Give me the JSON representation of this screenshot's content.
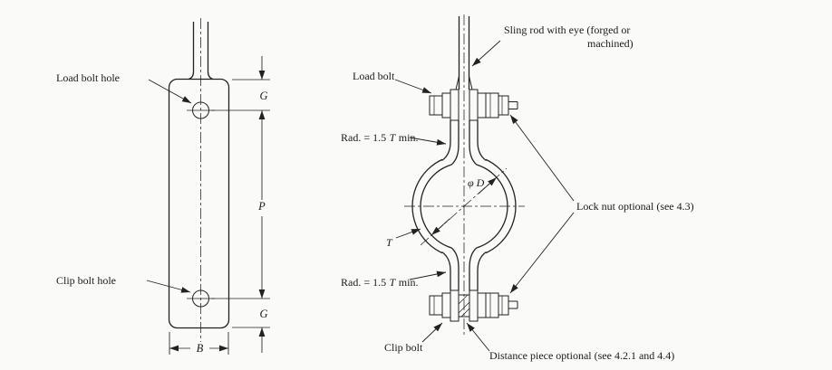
{
  "figure": {
    "left_view": {
      "load_bolt_hole_label": "Load bolt hole",
      "clip_bolt_hole_label": "Clip bolt hole",
      "dims": {
        "g_top": "G",
        "p": "P",
        "g_bottom": "G",
        "b": "B"
      }
    },
    "right_view": {
      "sling_rod_label_line1": "Sling rod with eye (forged or",
      "sling_rod_label_line2": "machined)",
      "load_bolt_label": "Load bolt",
      "rad_top": {
        "pre": "Rad. = 1.5",
        "t": "T",
        "post": "min."
      },
      "rad_bottom": {
        "pre": "Rad. = 1.5",
        "t": "T",
        "post": "min."
      },
      "diameter_label": "φ D",
      "thickness_label": "T",
      "lock_nut_label": "Lock nut optional (see 4.3)",
      "clip_bolt_label": "Clip bolt",
      "distance_piece_label": "Distance piece optional (see 4.2.1 and 4.4)"
    },
    "colors": {
      "ink": "#222222",
      "background": "#fafaf8"
    }
  }
}
